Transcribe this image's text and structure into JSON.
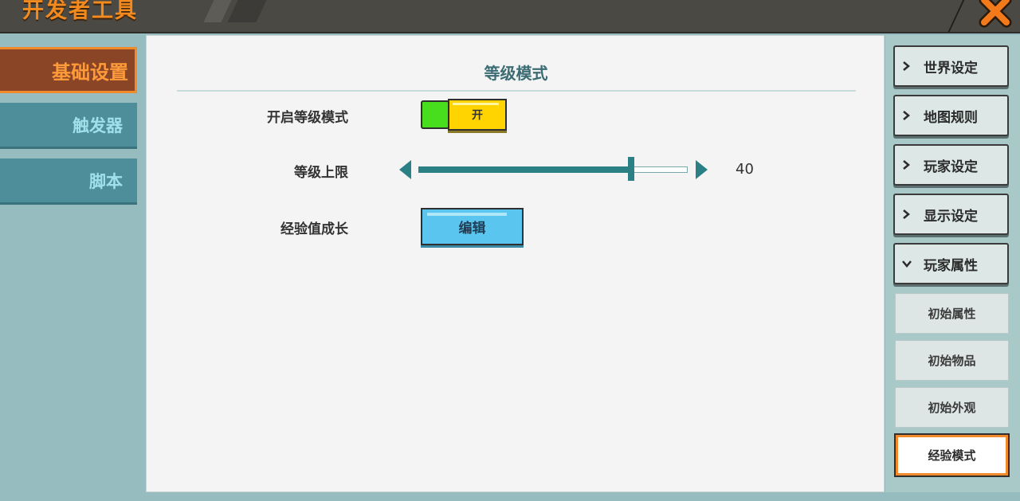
{
  "header": {
    "title": "开发者工具",
    "close_icon": "close-x-icon",
    "accent_color": "#f28a1e"
  },
  "left_tabs": [
    {
      "label": "基础设置",
      "active": true
    },
    {
      "label": "触发器",
      "active": false
    },
    {
      "label": "脚本",
      "active": false
    }
  ],
  "main": {
    "section_title": "等级模式",
    "level_mode_label": "开启等级模式",
    "toggle_text": "开",
    "toggle_on": true,
    "level_cap_label": "等级上限",
    "level_cap_value": "40",
    "level_cap_fraction": 0.79,
    "exp_growth_label": "经验值成长",
    "edit_button_label": "编辑"
  },
  "right_menu": {
    "categories": [
      {
        "label": "世界设定",
        "icon": "chevron-right-icon"
      },
      {
        "label": "地图规则",
        "icon": "chevron-right-icon"
      },
      {
        "label": "玩家设定",
        "icon": "chevron-right-icon"
      },
      {
        "label": "显示设定",
        "icon": "chevron-right-icon"
      },
      {
        "label": "玩家属性",
        "icon": "chevron-down-icon"
      }
    ],
    "sub_items": [
      {
        "label": "初始属性",
        "active": false
      },
      {
        "label": "初始物品",
        "active": false
      },
      {
        "label": "初始外观",
        "active": false
      },
      {
        "label": "经验模式",
        "active": true
      }
    ]
  }
}
